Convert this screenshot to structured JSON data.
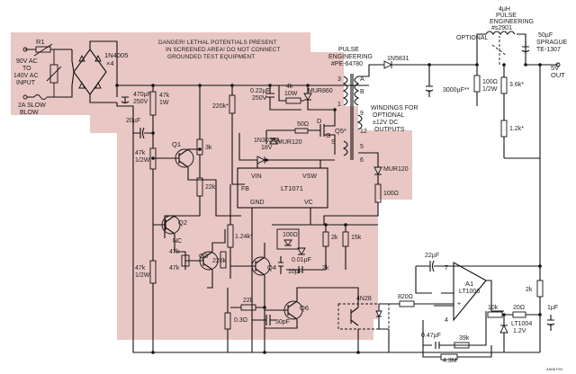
{
  "danger": [
    "DANGER! LETHAL POTENTIALS PRESENT",
    "IN SCREENED AREA! DO NOT CONNECT",
    "GROUNDED TEST EQUIPMENT"
  ],
  "labels": {
    "r1": "R1",
    "ac_input": [
      "90V AC",
      "TO",
      "140V AC",
      "INPUT"
    ],
    "fuse": [
      "2A SLOW",
      "BLOW"
    ],
    "bridge": [
      "1N4005",
      "×4"
    ],
    "c_bulk": [
      "470µF",
      "250V"
    ],
    "r47k_1w": [
      "47k",
      "1W"
    ],
    "c20uf": "20µF",
    "r47k_half": [
      "47k",
      "1/2W"
    ],
    "q1": "Q1",
    "r3k": "3k",
    "r22k_a": "22k",
    "q2": "Q2",
    "nc": "NC",
    "r47k_b": "47k",
    "r47k_c": "47k",
    "r47k_lower": [
      "47k",
      "1/2W"
    ],
    "q3": "Q3",
    "r220k_b": "220k",
    "r124k": "1.24k*",
    "q4": "Q4",
    "r220k": "220k*",
    "c022": [
      "0.22µF",
      "250V"
    ],
    "r4k": [
      "4k",
      "10W"
    ],
    "mur860": "MUR860",
    "r50": "50Ω",
    "pin_d": "D",
    "pin_g": "G",
    "pin_s": "S",
    "q5": "Q5*",
    "mur120_a": "MUR120",
    "zener": [
      "1N3026A",
      "18V"
    ],
    "lt1071": {
      "vin": "VIN",
      "vsw": "VSW",
      "fb": "FB",
      "name": "LT1071",
      "gnd": "GND",
      "vc": "VC"
    },
    "xfmr": [
      "PULSE",
      "ENGINEERING",
      "#PE-64780"
    ],
    "pins": {
      "p3": "3",
      "pA": "A",
      "pB": "B",
      "p1": "1",
      "p9": "9",
      "p12": "12",
      "p5": "5",
      "p6": "6"
    },
    "windings": [
      "WINDINGS FOR",
      "OPTIONAL",
      "±12V DC",
      "OUTPUTS"
    ],
    "mur120_b": "MUR120",
    "r100_b": "100Ω",
    "d1n5831": "1N5831",
    "inductor": [
      "4µH",
      "PULSE",
      "ENGINEERING",
      "#s2901"
    ],
    "optional": "OPTIONAL",
    "c50": [
      "50µF",
      "SPRAGUE",
      "TE-1307"
    ],
    "c3000": "3000µF**",
    "r100_half": [
      "100Ω",
      "1/2W"
    ],
    "r36k": "3.6k*",
    "r12k": "1.2k*",
    "out": [
      "5V",
      "OUT"
    ],
    "a1": [
      "A1",
      "LT1006",
      "7",
      "4",
      "+"
    ],
    "c22": "22µF",
    "r820": "820Ω",
    "r2k_right": "2k",
    "r10k": "10k",
    "r20": "20Ω",
    "c1uf": "1µF",
    "lt1004": [
      "LT1004",
      "1.2V"
    ],
    "c047": "0.47µF",
    "r39k": "39k",
    "r43m": "4.3M",
    "opto": "4N28",
    "q6": "Q6",
    "r22k_b": "22k",
    "r03": "0.3Ω",
    "c50pf": "50pF",
    "r2k_b": "2k",
    "r100_c": "100Ω",
    "r2k_c": "2k",
    "r15k": "15k",
    "c001": "0.01µF",
    "c10": "10µF",
    "figcode": "AN08 F60"
  },
  "colors": {
    "hazard_shade": "#e9c7c4",
    "wire": "#111111",
    "background": "#ffffff"
  }
}
